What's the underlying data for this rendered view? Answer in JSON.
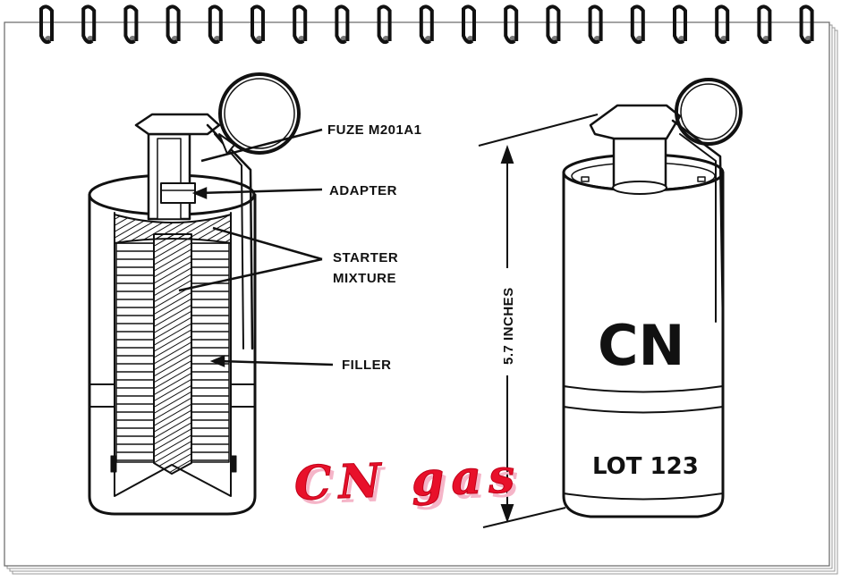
{
  "labels": {
    "fuze": "FUZE M201A1",
    "adapter": "ADAPTER",
    "starter_line1": "STARTER",
    "starter_line2": "MIXTURE",
    "filler": "FILLER"
  },
  "dimension": {
    "height": "5.7 INCHES"
  },
  "canister": {
    "marking": "CN",
    "lot": "LOT 123"
  },
  "caption": "CN gas",
  "colors": {
    "caption": "#e8102a",
    "caption_shadow": "#f5b5c8",
    "ink": "#111111",
    "paper": "#ffffff"
  },
  "icons": [
    "spiral-binding-icon",
    "pull-ring-icon"
  ]
}
